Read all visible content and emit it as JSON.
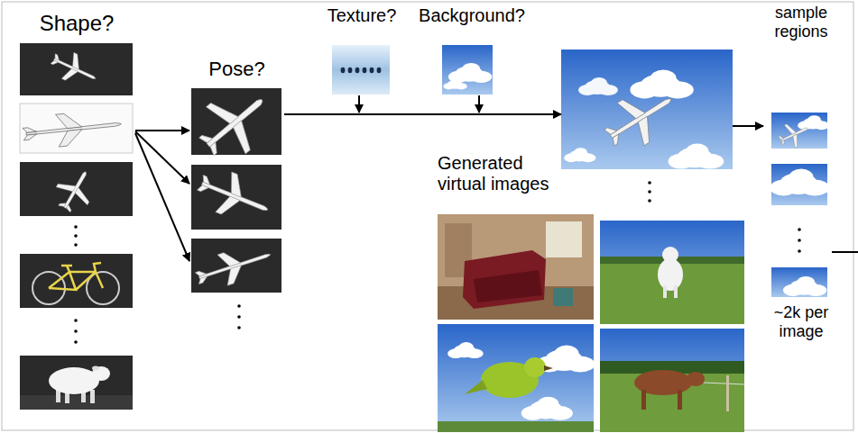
{
  "diagram": {
    "nodes": [
      {
        "text": [
          "Shape?"
        ]
      },
      {
        "text": [
          "Pose?"
        ]
      },
      {
        "text": [
          "Texture?"
        ]
      },
      {
        "text": [
          "Background?"
        ]
      },
      {
        "text": [
          "Generated virtual images"
        ]
      },
      {
        "text": [
          "sample regions",
          "~2k per image"
        ]
      }
    ],
    "edges": [
      {
        "from": 0,
        "to": 1,
        "arrow": "to"
      },
      {
        "from": 1,
        "to": 4,
        "arrow": "to"
      },
      {
        "from": 4,
        "to": 5,
        "arrow": "to"
      }
    ]
  }
}
